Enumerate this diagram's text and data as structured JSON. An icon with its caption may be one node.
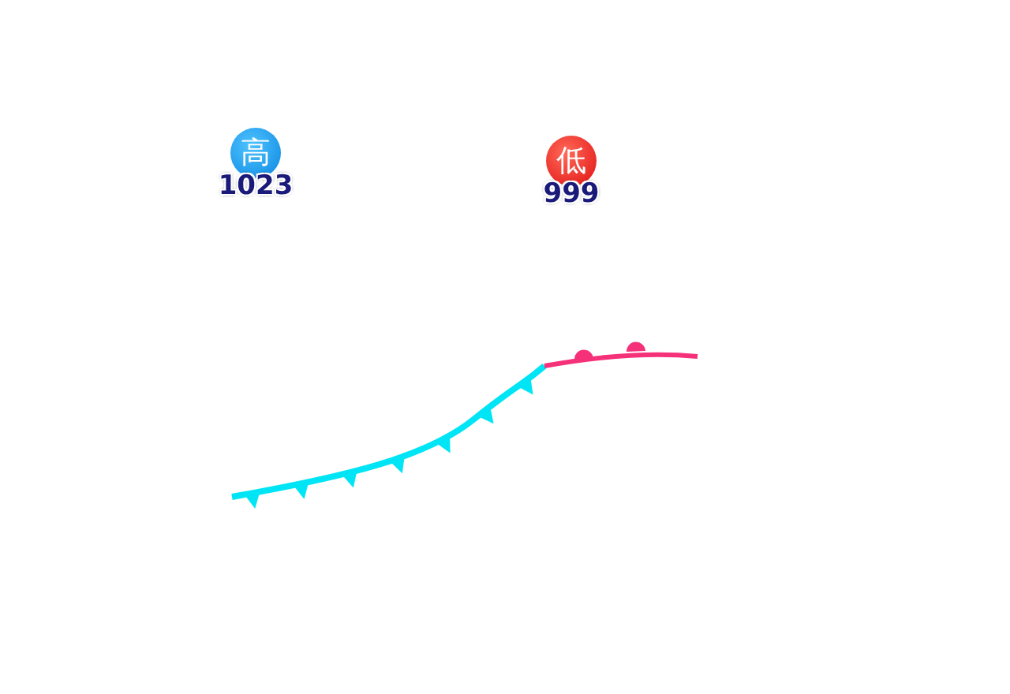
{
  "diagram": {
    "nodes": [
      {
        "text": [
          "高"
        ],
        "beside": [
          "1023"
        ]
      },
      {
        "text": [
          "低"
        ],
        "beside": [
          "999"
        ]
      }
    ]
  }
}
